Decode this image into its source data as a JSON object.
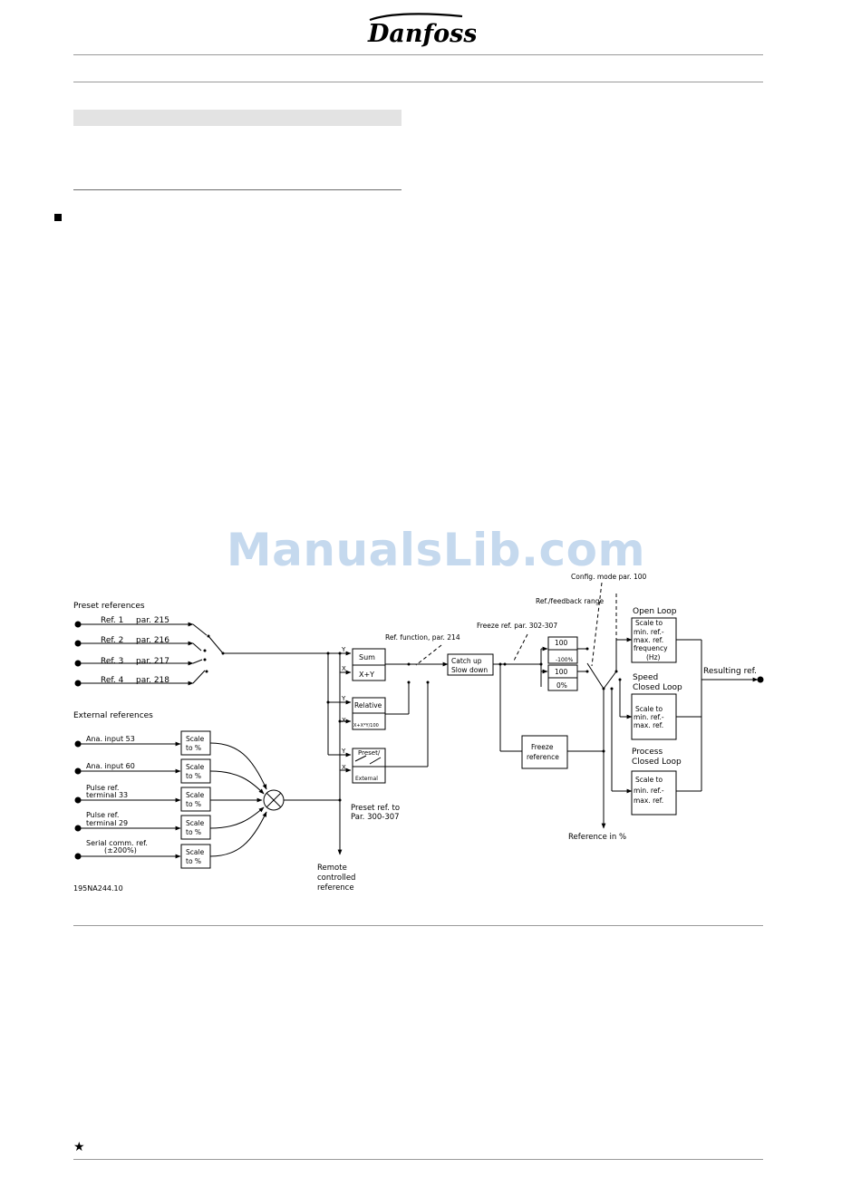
{
  "brand": {
    "logo_text": "Danfoss"
  },
  "watermark": "ManualsLib.com",
  "diagram": {
    "preset_title": "Preset references",
    "presets": [
      {
        "ref": "Ref. 1",
        "par": "par. 215"
      },
      {
        "ref": "Ref. 2",
        "par": "par. 216"
      },
      {
        "ref": "Ref. 3",
        "par": "par. 217"
      },
      {
        "ref": "Ref. 4",
        "par": "par. 218"
      }
    ],
    "external_title": "External references",
    "external": {
      "ana53": "Ana. input 53",
      "ana60": "Ana. input 60",
      "pulse33_a": "Pulse ref.",
      "pulse33_b": "terminal 33",
      "pulse29_a": "Pulse ref.",
      "pulse29_b": "terminal 29",
      "serial_a": "Serial comm. ref.",
      "serial_b": "(±200%)"
    },
    "scale_a": "Scale",
    "scale_b": "to %",
    "figure_id": "195NA244.10",
    "sum": {
      "title": "Sum",
      "formula": "X+Y"
    },
    "relative": {
      "title": "Relative",
      "formula": "X+X*Y/100"
    },
    "preset_ext": {
      "title": "Preset/",
      "sub": "External"
    },
    "y_label": "Y",
    "x_label": "X",
    "remote": [
      "Remote",
      "controlled",
      "reference"
    ],
    "preset_ref_to": [
      "Preset ref. to",
      "Par. 300-307"
    ],
    "ref_function": "Ref. function, par. 214",
    "catch": [
      "Catch up",
      "Slow down"
    ],
    "freeze_ref_par": "Freeze ref. par. 302-307",
    "range_top_a": "100",
    "range_top_b": "-100%",
    "range_bot_a": "100",
    "range_bot_b": "0%",
    "ref_feedback": "Ref./feedback range",
    "config_mode": "Config. mode par. 100",
    "freeze": [
      "Freeze",
      "reference"
    ],
    "reference_in_pct": "Reference in %",
    "open_loop": "Open Loop",
    "open_box": [
      "Scale to",
      "min. ref.-",
      "max. ref.",
      "frequency",
      "(Hz)"
    ],
    "speed_loop": [
      "Speed",
      "Closed Loop"
    ],
    "speed_box": [
      "Scale to",
      "min. ref.-",
      "max. ref."
    ],
    "process_loop": [
      "Process",
      "Closed Loop"
    ],
    "process_box": [
      "Scale to",
      "min. ref.-",
      "max. ref."
    ],
    "resulting": "Resulting ref."
  }
}
